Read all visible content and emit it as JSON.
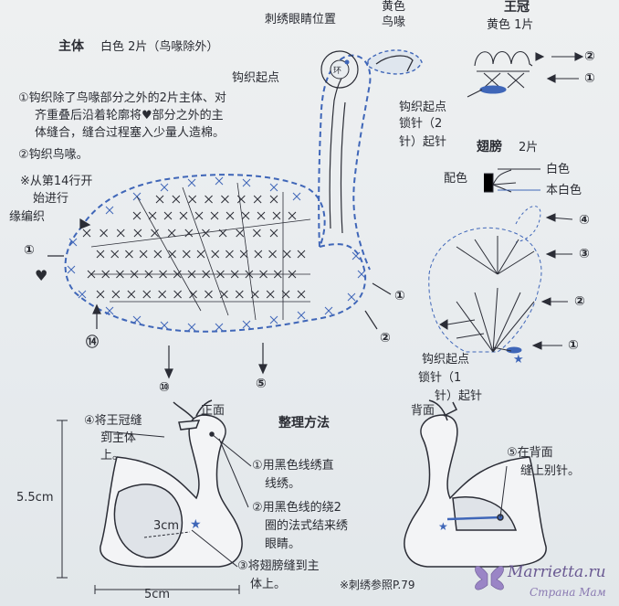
{
  "body_title": "主体",
  "body_spec": "白色 2片（鸟喙除外）",
  "eye_position": "刺绣眼睛位置",
  "beak_color": "黄色",
  "beak_label": "鸟喙",
  "crown_title": "王冠",
  "crown_spec": "黄色 1片",
  "body_start": "钩织起点",
  "crown_start_lines": [
    "钩织起点",
    "锁针（2",
    "针）起针"
  ],
  "wing_title": "翅膀",
  "wing_spec": "2片",
  "color_label": "配色",
  "colors": [
    "白色",
    "本白色"
  ],
  "instr1": [
    "①钩织除了鸟喙部分之外的2片主体、对",
    "齐重叠后沿着轮廓将♥部分之外的主",
    "体缝合，缝合过程塞入少量人造棉。"
  ],
  "instr2": "②钩织鸟喙。",
  "edge_note": [
    "※从第14行开",
    "始进行",
    "缘编织"
  ],
  "wing_start_lines": [
    "钩织起点",
    "锁针（1",
    "针）起针"
  ],
  "row_markers": {
    "crown": [
      "②",
      "①"
    ],
    "wing": [
      "④",
      "③",
      "②",
      "①"
    ],
    "body": [
      "①",
      "②",
      "⑤",
      "⑩",
      "⑭",
      "①"
    ]
  },
  "heart_mark": "♥",
  "star_mark": "★",
  "assembly_title": "整理方法",
  "front_label": "正面",
  "back_label": "背面",
  "step4": [
    "④将王冠缝",
    "到主体",
    "上。"
  ],
  "step1": [
    "①用黑色线绣直",
    "线绣。"
  ],
  "step2": [
    "②用黑色线的绕2",
    "圈的法式结来绣",
    "眼睛。"
  ],
  "step3": [
    "③将翅膀缝到主",
    "体上。"
  ],
  "step5": [
    "⑤在背面",
    "缝上别针。"
  ],
  "dim_height": "5.5cm",
  "dim_width": "5cm",
  "dim_wing": "3cm",
  "embroidery_ref": "※刺绣参照P.79",
  "watermark_main": "Marrietta.ru",
  "watermark_sub": "Страна Мам",
  "colors_hex": {
    "body": "#2b2d36",
    "outline": "#3f66b8",
    "beak_fill": "#dfe6ee"
  }
}
